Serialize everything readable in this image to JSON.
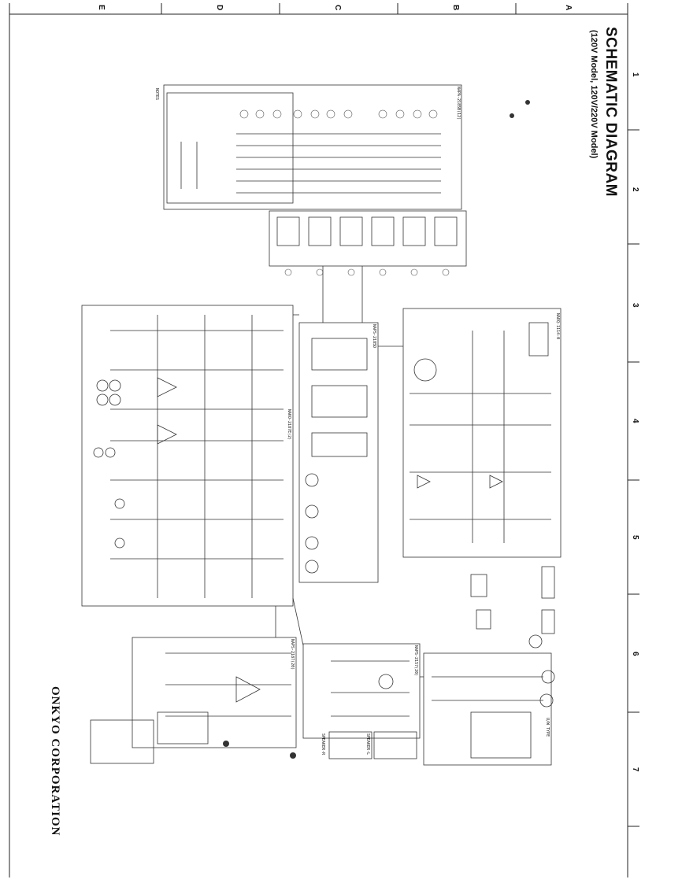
{
  "document": {
    "title": "SCHEMATIC DIAGRAM",
    "subtitle": "(120V Model, 120V/220V Model)",
    "brand": "ONKYO CORPORATION"
  },
  "grid": {
    "rows": [
      "1",
      "2",
      "3",
      "4",
      "5",
      "6",
      "7"
    ],
    "cols": [
      "A",
      "B",
      "C",
      "D",
      "E"
    ]
  },
  "boards": {
    "input": "NAPA-2185B(12)",
    "phono": "NAEQ-1114-0",
    "tone": "NAPS-2185D",
    "pre": "NAKO-2187E(2)",
    "power": "NAPS-2187(20)",
    "speaker": "NAPS-2157(20)",
    "uv_type": "U/W TYPE"
  },
  "speakers": {
    "left": "SPEAKER-L",
    "right": "SPEAKER-R"
  },
  "notes_title": "NOTES"
}
